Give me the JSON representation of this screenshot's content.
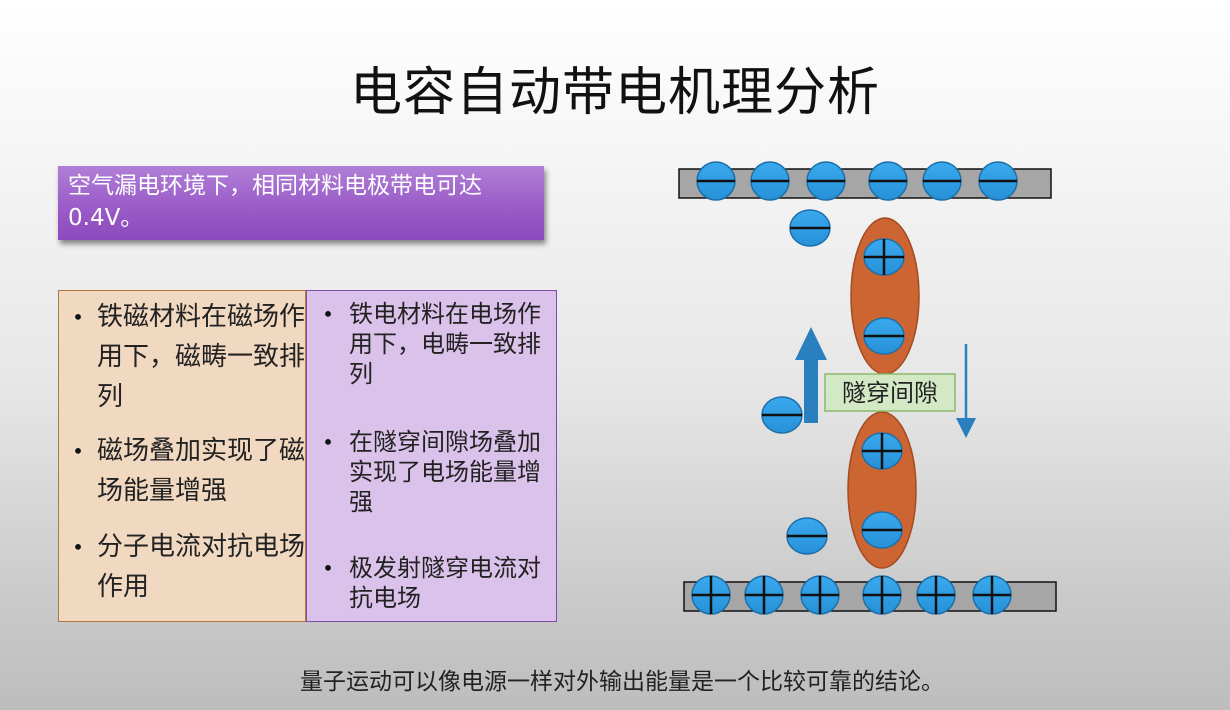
{
  "title": "电容自动带电机理分析",
  "note": {
    "text": "空气漏电环境下，相同材料电极带电可达0.4V。"
  },
  "comparison_table": {
    "left_column": {
      "items": [
        "铁磁材料在磁场作用下，磁畴一致排列",
        "磁场叠加实现了磁场能量增强",
        "分子电流对抗电场作用"
      ]
    },
    "right_column": {
      "items": [
        "铁电材料在电场作用下，电畴一致排列",
        "在隧穿间隙场叠加实现了电场能量增强",
        "极发射隧穿电流对抗电场"
      ]
    }
  },
  "diagram": {
    "gap_label": "隧穿间隙",
    "top_plate_charge": "negative",
    "top_plate_count": 6,
    "bottom_plate_charge": "positive",
    "bottom_plate_count": 6,
    "dipoles": [
      {
        "top": "positive",
        "bottom": "negative"
      },
      {
        "top": "positive",
        "bottom": "negative"
      }
    ],
    "free_electrons": 3,
    "colors": {
      "charge_fill": "#2e9fe6",
      "charge_stroke": "#1e6fa8",
      "dipole_fill": "#cc6532",
      "plate_fill": "#a6a6a6",
      "arrow": "#2a7fbf",
      "label_bg": "#d3e8c4",
      "label_border": "#8db86a"
    }
  },
  "conclusion": "量子运动可以像电源一样对外输出能量是一个比较可靠的结论。"
}
